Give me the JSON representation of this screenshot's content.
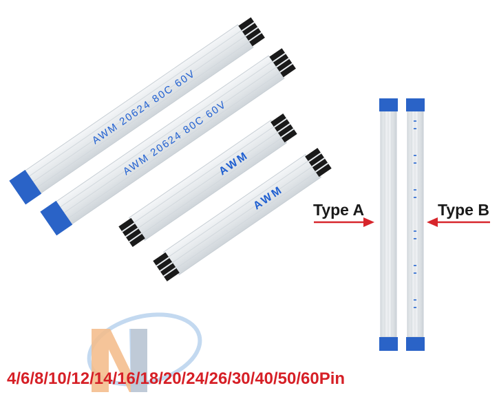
{
  "product_photo": {
    "cable_print": {
      "brand": "AWM",
      "long_marking": "AWM 20624 80C 60V"
    },
    "types": {
      "a_label": "Type A",
      "b_label": "Type B"
    },
    "pin_options": "4/6/8/10/12/14/16/18/20/24/26/30/40/50/60Pin",
    "colors": {
      "stiffener_blue": "#2a63c7",
      "cable_body": "#e7ebee",
      "conductor_dark": "#1a1a1a",
      "arrow_red": "#d7252b",
      "pin_text_red": "#d61f26",
      "logo_orange": "#f2b27a",
      "logo_blue": "#b9d3ee"
    }
  }
}
